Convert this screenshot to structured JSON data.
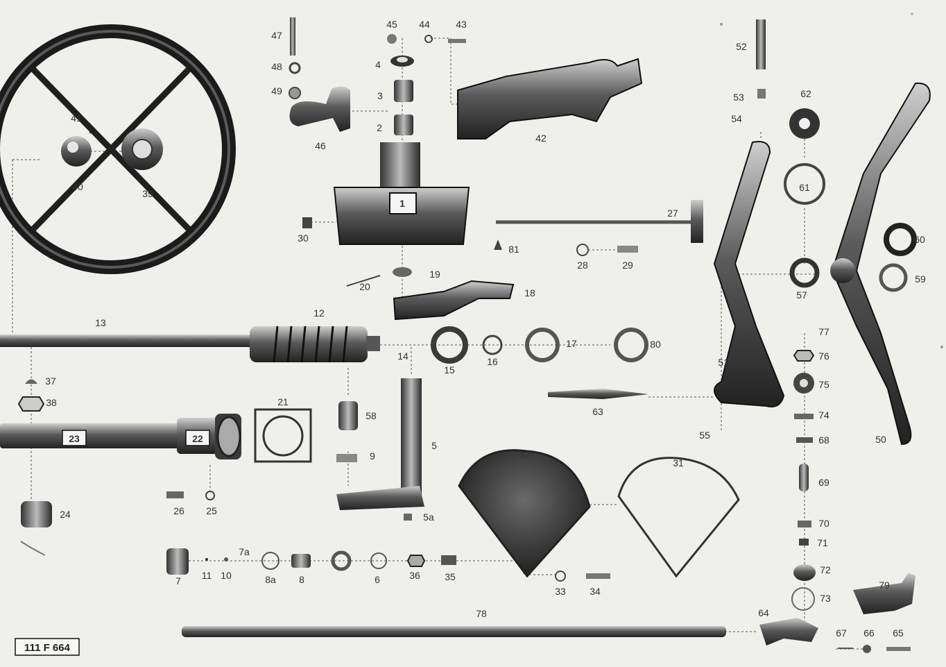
{
  "plate_number": "111 F 664",
  "parts": [
    "1",
    "2",
    "3",
    "4",
    "5",
    "5a",
    "6",
    "7",
    "7a",
    "8",
    "8a",
    "9",
    "10",
    "11",
    "12",
    "13",
    "14",
    "15",
    "16",
    "17",
    "18",
    "19",
    "20",
    "21",
    "22",
    "23",
    "24",
    "25",
    "26",
    "27",
    "28",
    "29",
    "30",
    "31",
    "32",
    "33",
    "34",
    "35",
    "36",
    "37",
    "38",
    "39",
    "40",
    "41",
    "42",
    "43",
    "44",
    "45",
    "46",
    "47",
    "48",
    "49",
    "50",
    "51",
    "52",
    "53",
    "54",
    "55",
    "57",
    "58",
    "59",
    "60",
    "61",
    "62",
    "63",
    "64",
    "65",
    "66",
    "67",
    "68",
    "69",
    "70",
    "71",
    "72",
    "73",
    "74",
    "75",
    "76",
    "77",
    "78",
    "79",
    "80",
    "81"
  ]
}
